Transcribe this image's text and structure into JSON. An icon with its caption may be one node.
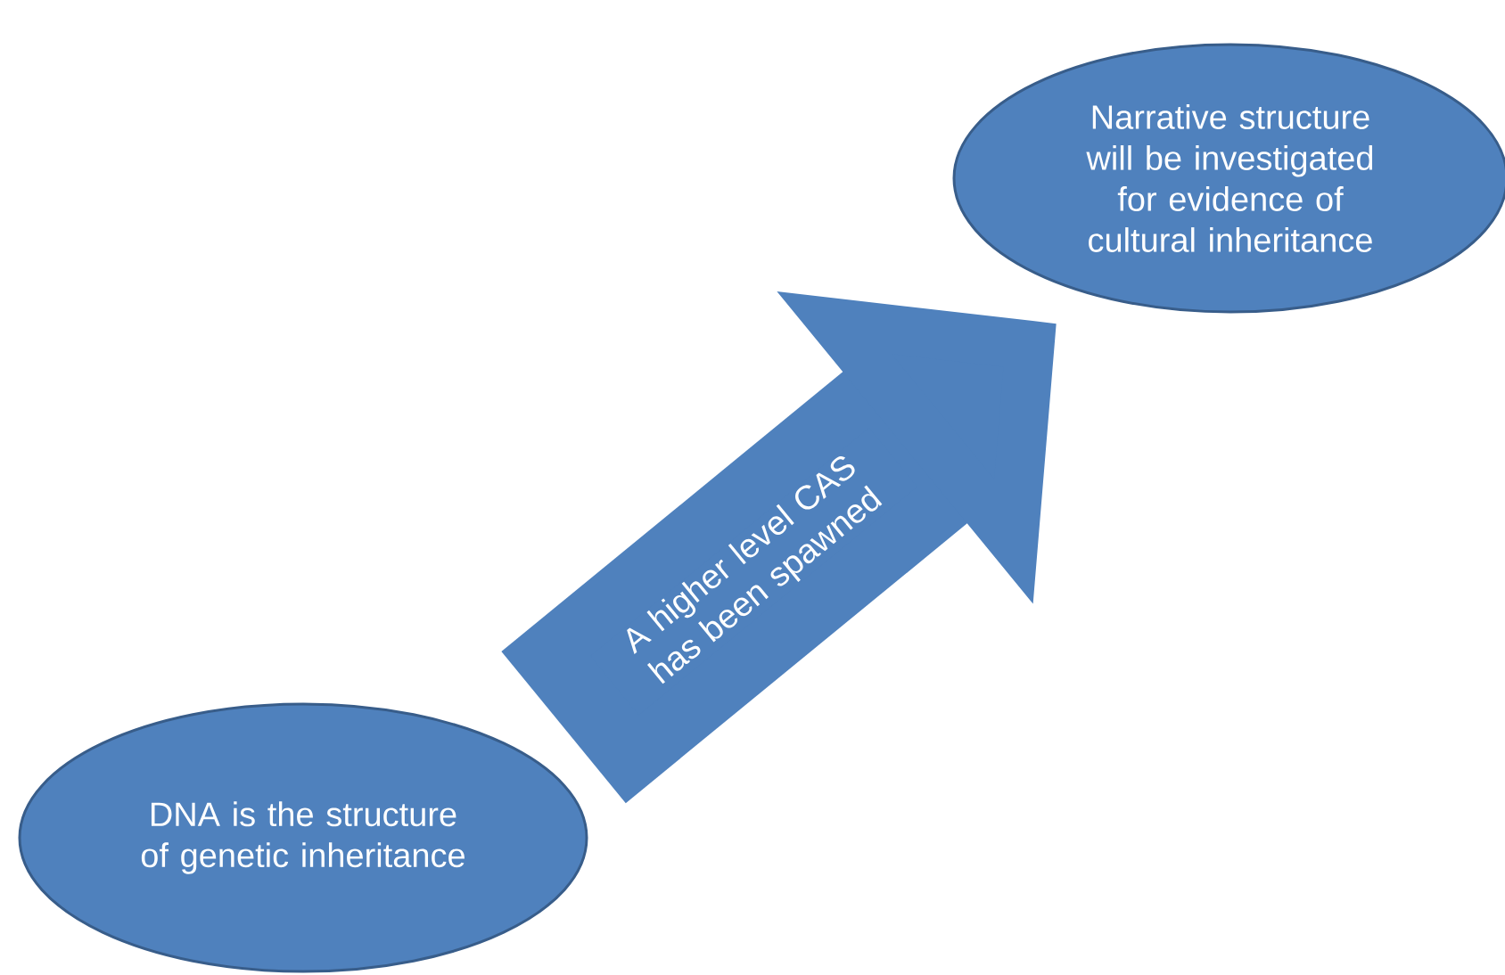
{
  "diagram": {
    "nodes": [
      {
        "text": [
          "DNA is the structure of genetic inheritance"
        ]
      },
      {
        "text": [
          "Narrative structure will be investigated for evidence of cultural inheritance"
        ]
      }
    ],
    "edges": [
      {
        "from": 0,
        "to": 1,
        "arrow": "to",
        "label": "A higher level CAS has been spawned"
      }
    ]
  }
}
